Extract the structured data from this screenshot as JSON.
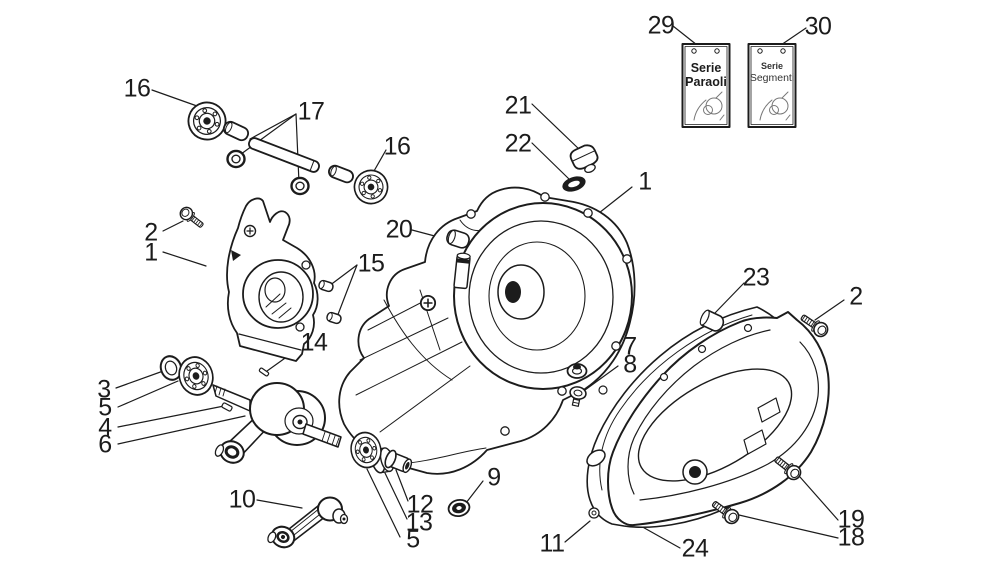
{
  "diagram": {
    "kind": "exploded-parts-diagram",
    "background_color": "#ffffff",
    "line_color": "#1c1c1c"
  },
  "kits": [
    {
      "id": "kit-paraoli",
      "line1": "Serie",
      "line2": "Paraoli"
    },
    {
      "id": "kit-segmenti",
      "line1": "Serie",
      "line2": "Segmenti"
    }
  ],
  "callouts": [
    {
      "id": "kit-paraoli",
      "number": "29"
    },
    {
      "id": "kit-segmenti",
      "number": "30"
    },
    {
      "id": "bearing-shaft-left",
      "number": "16"
    },
    {
      "id": "shaft-rollers",
      "number": "17"
    },
    {
      "id": "bearing-shaft-right",
      "number": "16"
    },
    {
      "id": "oil-filler-plug",
      "number": "21"
    },
    {
      "id": "o-ring",
      "number": "22"
    },
    {
      "id": "screw-left",
      "number": "2"
    },
    {
      "id": "crankcase-left",
      "number": "1"
    },
    {
      "id": "bush",
      "number": "20"
    },
    {
      "id": "crankcase-right",
      "number": "1"
    },
    {
      "id": "dowel-pins",
      "number": "15"
    },
    {
      "id": "plug",
      "number": "23"
    },
    {
      "id": "screw-right",
      "number": "2"
    },
    {
      "id": "key-small",
      "number": "14"
    },
    {
      "id": "washer",
      "number": "7"
    },
    {
      "id": "drain-bolt",
      "number": "8"
    },
    {
      "id": "oil-seal",
      "number": "3"
    },
    {
      "id": "bearing-crank",
      "number": "5"
    },
    {
      "id": "woodruff-key",
      "number": "4"
    },
    {
      "id": "crankshaft",
      "number": "6"
    },
    {
      "id": "nut",
      "number": "9"
    },
    {
      "id": "lever",
      "number": "10"
    },
    {
      "id": "spacer-outer",
      "number": "12"
    },
    {
      "id": "spacer-inner",
      "number": "13"
    },
    {
      "id": "bearing-bottom",
      "number": "5"
    },
    {
      "id": "cover-gasket",
      "number": "11"
    },
    {
      "id": "cover-screw-upper",
      "number": "19"
    },
    {
      "id": "cover-screw-lower",
      "number": "18"
    },
    {
      "id": "transmission-cover",
      "number": "24"
    }
  ]
}
